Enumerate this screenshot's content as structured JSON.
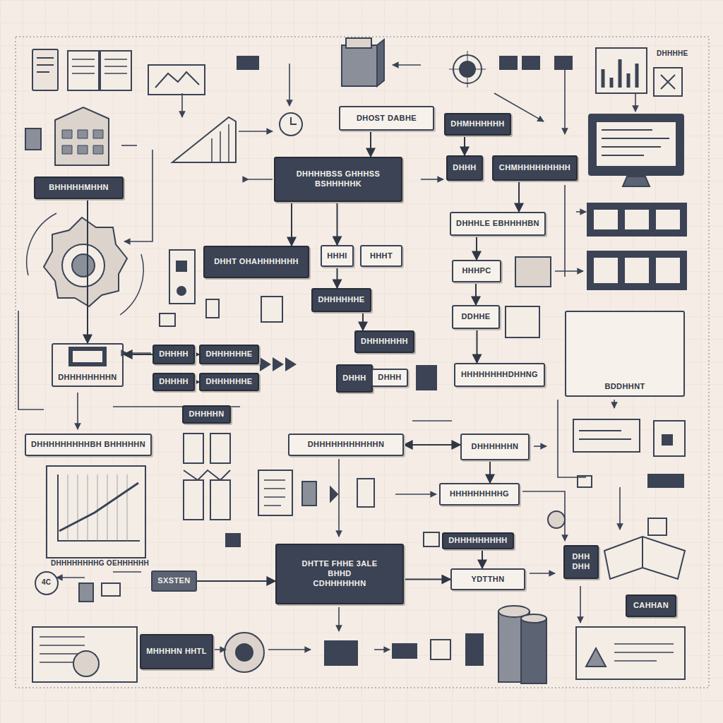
{
  "diagram": {
    "nodes": [
      {
        "text": [
          "DHOST DABHE"
        ]
      },
      {
        "text": [
          "DHMHHHHHH"
        ]
      },
      {
        "text": [
          "DHHHHBSS GHHHSS",
          "BSHHHHHK"
        ]
      },
      {
        "text": [
          "DHHH"
        ]
      },
      {
        "text": [
          "CHMHHHHHHHHH"
        ]
      },
      {
        "text": [
          "BHHHHHMHHN"
        ]
      },
      {
        "text": [
          "DHHHLE EBHHHHBN"
        ]
      },
      {
        "text": [
          "DHHT OHAHHHHHHH"
        ]
      },
      {
        "text": [
          "HHHI"
        ]
      },
      {
        "text": [
          "HHHT"
        ]
      },
      {
        "text": [
          "HHHPC"
        ]
      },
      {
        "text": [
          "DHHHHHHE"
        ]
      },
      {
        "text": [
          "DDHHE"
        ]
      },
      {
        "text": [
          "DHHHHHHH"
        ]
      },
      {
        "text": [
          "DHHHHHHHHN"
        ]
      },
      {
        "text": [
          "DHHHH"
        ]
      },
      {
        "text": [
          "DHHHHHHE"
        ]
      },
      {
        "text": [
          "HHHHHHHHDHHNG"
        ]
      },
      {
        "text": [
          "DHHH"
        ]
      },
      {
        "text": [
          "DHHH"
        ]
      },
      {
        "text": [
          "DHHHH"
        ]
      },
      {
        "text": [
          "DHHHHHHE"
        ]
      },
      {
        "text": [
          "BDDHHNT"
        ]
      },
      {
        "text": [
          "DHHHHN"
        ]
      },
      {
        "text": [
          "DHHHHHHHHHBH BHHHHHN"
        ]
      },
      {
        "text": [
          "DHHHHHHHHHHHN"
        ]
      },
      {
        "text": [
          "DHHHHHHN"
        ]
      },
      {
        "text": [
          "HHHHHHHHHG"
        ]
      },
      {
        "text": [
          "DHHHHHHHHH"
        ]
      },
      {
        "text": [
          "DHH",
          "DHH"
        ]
      },
      {
        "text": [
          "DHTTE FHHE 3ALE",
          "BHHD",
          "CDHHHHHHN"
        ]
      },
      {
        "text": [
          "SXSTEN"
        ]
      },
      {
        "text": [
          "YDTTHN"
        ]
      },
      {
        "text": [
          "CAHHAN"
        ]
      },
      {
        "text": [
          "MHHHHN HHTL"
        ]
      }
    ],
    "edges": [
      {
        "from": 0,
        "to": 2,
        "arrow": "to"
      },
      {
        "from": 1,
        "to": 3,
        "arrow": "to"
      },
      {
        "from": 4,
        "to": 6,
        "arrow": "to"
      },
      {
        "from": 6,
        "to": 10,
        "arrow": "to"
      },
      {
        "from": 10,
        "to": 12,
        "arrow": "to"
      },
      {
        "from": 12,
        "to": 17,
        "arrow": "to"
      },
      {
        "from": 2,
        "to": 7,
        "arrow": "to"
      },
      {
        "from": 2,
        "to": 8,
        "arrow": "to"
      },
      {
        "from": 8,
        "to": 11,
        "arrow": "to"
      },
      {
        "from": 11,
        "to": 13,
        "arrow": "to"
      },
      {
        "from": 15,
        "to": 16,
        "arrow": "to"
      },
      {
        "from": 15,
        "to": 14,
        "arrow": "to"
      },
      {
        "from": 20,
        "to": 21,
        "arrow": "to"
      },
      {
        "from": 25,
        "to": 26,
        "arrow": "both"
      },
      {
        "from": 26,
        "to": 27,
        "arrow": "to"
      },
      {
        "from": 31,
        "to": 30,
        "arrow": "to"
      },
      {
        "from": 30,
        "to": 32,
        "arrow": "to"
      },
      {
        "from": 28,
        "to": 32,
        "arrow": "to"
      },
      {
        "from": 5,
        "to": 14,
        "arrow": "to"
      }
    ],
    "labels": [
      "DHHHHE",
      "DHHHHHHHHG OEHHHHHH",
      "4C"
    ]
  }
}
